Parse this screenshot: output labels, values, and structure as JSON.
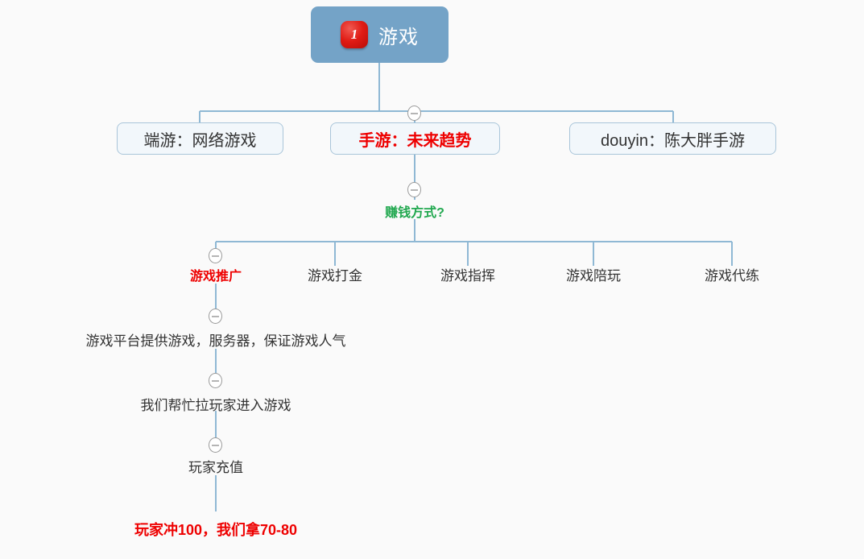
{
  "canvas": {
    "background": "#fafafa",
    "line_color": "#8fb8d4",
    "box_border_color": "#a9c5d9",
    "box_fill_color": "#f2f7fb",
    "root_fill_color": "#74a3c7",
    "accent_red": "#ee0000",
    "accent_green": "#21a84f",
    "badge_red": "#e01b14"
  },
  "root": {
    "badge": "1",
    "label": "游戏",
    "icon": "number-badge-icon"
  },
  "level2": [
    {
      "label": "端游：网络游戏",
      "style": "normal",
      "collapsed": false
    },
    {
      "label": "手游：未来趋势",
      "style": "red-bold",
      "collapsed": true
    },
    {
      "label": "douyin：陈大胖手游",
      "style": "normal",
      "collapsed": false
    }
  ],
  "level3": {
    "label": "赚钱方式?",
    "style": "green-bold",
    "collapsed": true
  },
  "level4": [
    {
      "label": "游戏推广",
      "style": "red-bold",
      "collapsed": true
    },
    {
      "label": "游戏打金",
      "style": "normal",
      "collapsed": false
    },
    {
      "label": "游戏指挥",
      "style": "normal",
      "collapsed": false
    },
    {
      "label": "游戏陪玩",
      "style": "normal",
      "collapsed": false
    },
    {
      "label": "游戏代练",
      "style": "normal",
      "collapsed": false
    }
  ],
  "promotion_chain": [
    {
      "label": "游戏平台提供游戏，服务器，保证游戏人气",
      "style": "normal",
      "collapsed": true
    },
    {
      "label": "我们帮忙拉玩家进入游戏",
      "style": "normal",
      "collapsed": true
    },
    {
      "label": "玩家充值",
      "style": "normal",
      "collapsed": true
    },
    {
      "label": "玩家冲100，我们拿70-80",
      "style": "red-bold-lg",
      "collapsed": false
    }
  ],
  "toggles": {
    "symbol": "minus",
    "tooltip": "collapse"
  }
}
